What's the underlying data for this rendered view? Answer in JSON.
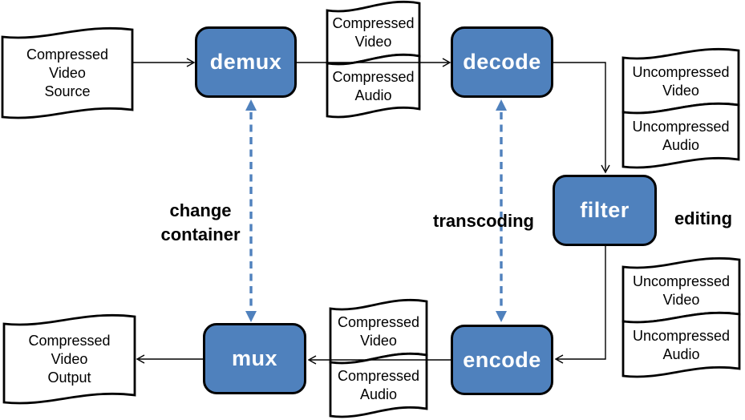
{
  "boxes": {
    "demux": {
      "label": "demux"
    },
    "decode": {
      "label": "decode"
    },
    "filter": {
      "label": "filter"
    },
    "encode": {
      "label": "encode"
    },
    "mux": {
      "label": "mux"
    }
  },
  "docs": {
    "source": {
      "l1": "Compressed",
      "l2": "Video",
      "l3": "Source"
    },
    "demuxed_video": {
      "l1": "Compressed",
      "l2": "Video"
    },
    "demuxed_audio": {
      "l1": "Compressed",
      "l2": "Audio"
    },
    "decoded_video": {
      "l1": "Uncompressed",
      "l2": "Video"
    },
    "decoded_audio": {
      "l1": "Uncompressed",
      "l2": "Audio"
    },
    "filtered_video": {
      "l1": "Uncompressed",
      "l2": "Video"
    },
    "filtered_audio": {
      "l1": "Uncompressed",
      "l2": "Audio"
    },
    "encoded_video": {
      "l1": "Compressed",
      "l2": "Video"
    },
    "encoded_audio": {
      "l1": "Compressed",
      "l2": "Audio"
    },
    "output": {
      "l1": "Compressed",
      "l2": "Video",
      "l3": "Output"
    }
  },
  "labels": {
    "change_container_line1": "change",
    "change_container_line2": "container",
    "transcoding": "transcoding",
    "editing": "editing"
  },
  "colors": {
    "box_fill": "#4f81bd",
    "box_text": "#ffffff",
    "dashed": "#4f81bd",
    "line": "#000000",
    "doc_fill": "#ffffff"
  }
}
